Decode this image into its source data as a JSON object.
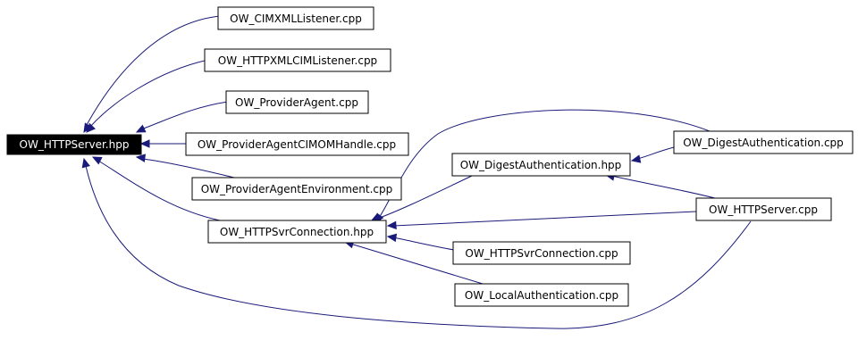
{
  "graph": {
    "colors": {
      "edge": "#1a1a7a",
      "node_border": "#000000",
      "root_fill": "#000000",
      "root_text": "#ffffff"
    },
    "nodes": {
      "root": "OW_HTTPServer.hpp",
      "cimxml": "OW_CIMXMLListener.cpp",
      "httpxml": "OW_HTTPXMLCIMListener.cpp",
      "provagent": "OW_ProviderAgent.cpp",
      "provcimom": "OW_ProviderAgentCIMOMHandle.cpp",
      "provenv": "OW_ProviderAgentEnvironment.cpp",
      "svrconn_hpp": "OW_HTTPSvrConnection.hpp",
      "digest_hpp": "OW_DigestAuthentication.hpp",
      "digest_cpp": "OW_DigestAuthentication.cpp",
      "server_cpp": "OW_HTTPServer.cpp",
      "svrconn_cpp": "OW_HTTPSvrConnection.cpp",
      "localauth_cpp": "OW_LocalAuthentication.cpp"
    }
  }
}
